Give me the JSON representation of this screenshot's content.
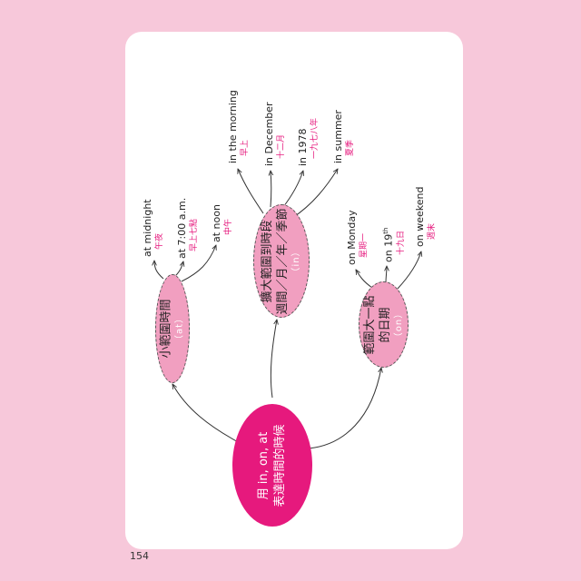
{
  "page_number": "154",
  "colors": {
    "background": "#f7c8da",
    "main_node": "#e6197d",
    "sub_node": "#f19fc0",
    "translation": "#e6197d"
  },
  "main": {
    "line1": "用 in, on, at",
    "line2": "表達時間的時候"
  },
  "branches": {
    "at": {
      "label": "小範圍時間",
      "prep": "（at）",
      "leaves": [
        {
          "en": "at midnight",
          "zh": "午夜"
        },
        {
          "en": "at 7:00 a.m.",
          "zh": "早上七點"
        },
        {
          "en": "at noon",
          "zh": "中午"
        }
      ]
    },
    "in": {
      "line1": "擴大範圍到時段",
      "line2": "週間／月／年／季節",
      "prep": "（in）",
      "leaves": [
        {
          "en": "in the morning",
          "zh": "早上"
        },
        {
          "en": "in December",
          "zh": "十二月"
        },
        {
          "en": "in 1978",
          "zh": "一九七八年"
        },
        {
          "en": "in summer",
          "zh": "夏季"
        }
      ]
    },
    "on": {
      "line1": "範圍大一點",
      "line2": "的日期",
      "prep": "（on）",
      "leaves": [
        {
          "en": "on Monday",
          "zh": "星期一"
        },
        {
          "en_pre": "on 19",
          "en_sup": "th",
          "zh": "十九日"
        },
        {
          "en": "on weekend",
          "zh": "週末"
        }
      ]
    }
  }
}
